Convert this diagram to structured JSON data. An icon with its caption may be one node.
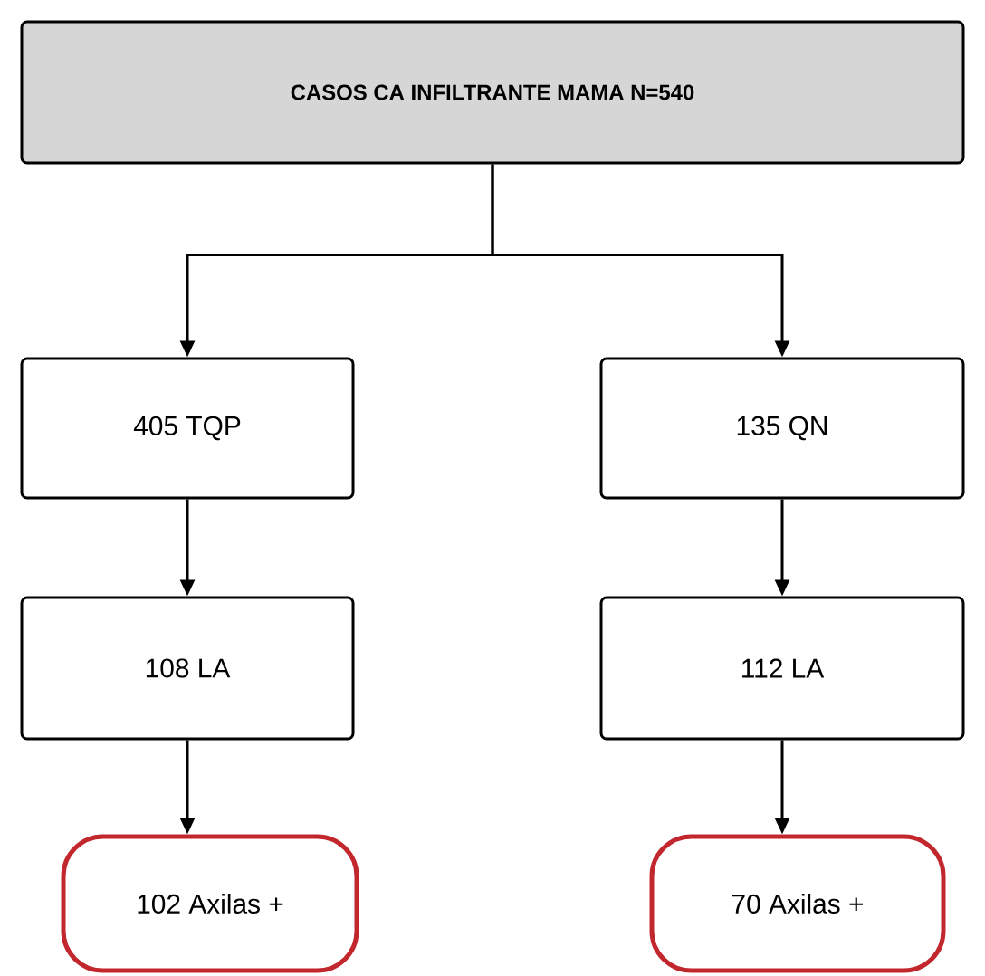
{
  "diagram": {
    "nodes": [
      {
        "text": [
          "CASOS CA INFILTRANTE MAMA N=540"
        ]
      },
      {
        "text": [
          "405 TQP"
        ]
      },
      {
        "text": [
          "135 QN"
        ]
      },
      {
        "text": [
          "108 LA"
        ]
      },
      {
        "text": [
          "112 LA"
        ]
      },
      {
        "text": [
          "102 Axilas +"
        ]
      },
      {
        "text": [
          "70 Axilas +"
        ]
      }
    ],
    "edges": [
      {
        "from": 0,
        "to": 1,
        "arrow": "to"
      },
      {
        "from": 0,
        "to": 2,
        "arrow": "to"
      },
      {
        "from": 1,
        "to": 3,
        "arrow": "to"
      },
      {
        "from": 2,
        "to": 4,
        "arrow": "to"
      },
      {
        "from": 3,
        "to": 5,
        "arrow": "to"
      },
      {
        "from": 4,
        "to": 6,
        "arrow": "to"
      }
    ]
  }
}
